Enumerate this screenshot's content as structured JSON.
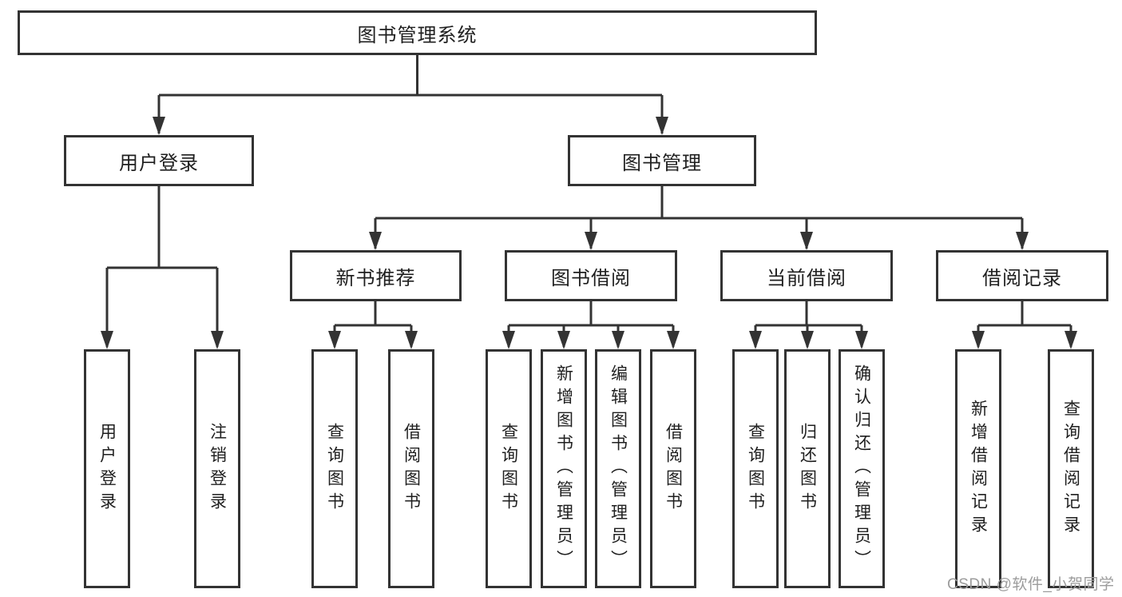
{
  "tree": {
    "root": {
      "label": "图书管理系统",
      "children": [
        {
          "label": "用户登录",
          "children": [
            {
              "label": "用户登录"
            },
            {
              "label": "注销登录"
            }
          ]
        },
        {
          "label": "图书管理",
          "children": [
            {
              "label": "新书推荐",
              "children": [
                {
                  "label": "查询图书"
                },
                {
                  "label": "借阅图书"
                }
              ]
            },
            {
              "label": "图书借阅",
              "children": [
                {
                  "label": "查询图书"
                },
                {
                  "label": "新增图书（管理员）"
                },
                {
                  "label": "编辑图书（管理员）"
                },
                {
                  "label": "借阅图书"
                }
              ]
            },
            {
              "label": "当前借阅",
              "children": [
                {
                  "label": "查询图书"
                },
                {
                  "label": "归还图书"
                },
                {
                  "label": "确认归还（管理员）"
                }
              ]
            },
            {
              "label": "借阅记录",
              "children": [
                {
                  "label": "新增借阅记录"
                },
                {
                  "label": "查询借阅记录"
                }
              ]
            }
          ]
        }
      ]
    }
  },
  "watermark": {
    "text": "CSDN @软件_小贺同学"
  },
  "colors": {
    "line": "#333333",
    "box_border": "#333333",
    "text": "#1f1f1f",
    "watermark": "#9c9c9c",
    "background": "#ffffff"
  }
}
